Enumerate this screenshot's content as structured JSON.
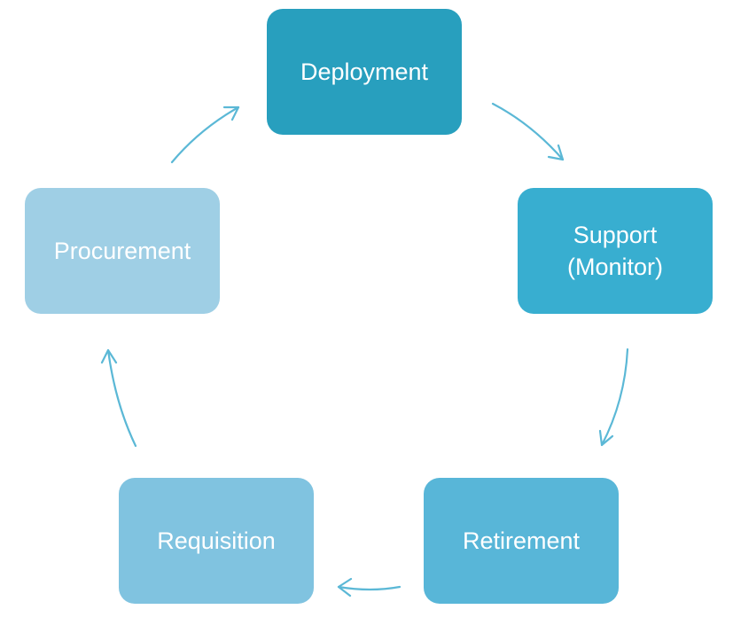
{
  "diagram": {
    "nodes": [
      {
        "id": "deployment",
        "lines": [
          "Deployment"
        ],
        "color": "#289FBE"
      },
      {
        "id": "support",
        "lines": [
          "Support",
          "(Monitor)"
        ],
        "color": "#38AED0"
      },
      {
        "id": "retirement",
        "lines": [
          "Retirement"
        ],
        "color": "#58B6D8"
      },
      {
        "id": "requisition",
        "lines": [
          "Requisition"
        ],
        "color": "#80C3E0"
      },
      {
        "id": "procurement",
        "lines": [
          "Procurement"
        ],
        "color": "#9FCFE5"
      }
    ],
    "edges": [
      {
        "from": "deployment",
        "to": "support"
      },
      {
        "from": "support",
        "to": "retirement"
      },
      {
        "from": "retirement",
        "to": "requisition"
      },
      {
        "from": "requisition",
        "to": "procurement"
      },
      {
        "from": "procurement",
        "to": "deployment"
      }
    ],
    "arrow_color": "#5BB8D6"
  }
}
